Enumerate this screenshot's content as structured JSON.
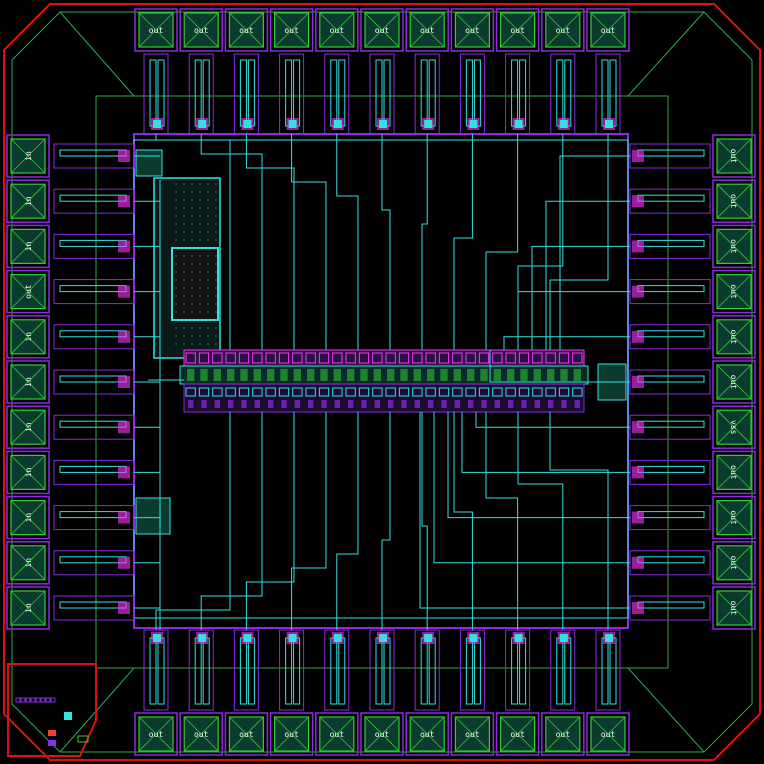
{
  "layout_view": {
    "background": "#000000",
    "colors": {
      "metal1": "#33e0e0",
      "metal2": "#8a2be2",
      "poly": "#ff33ff",
      "active": "#33cc33",
      "well": "#00aa00",
      "boundary": "#ff3b30",
      "pad_fill": "#0b3b2e"
    },
    "pads": {
      "top": [
        "out",
        "out",
        "out",
        "out",
        "out",
        "out",
        "out",
        "out",
        "out",
        "out",
        "out"
      ],
      "bottom": [
        "out",
        "out",
        "out",
        "out",
        "out",
        "out",
        "out",
        "out",
        "out",
        "out",
        "out"
      ],
      "left": [
        "in",
        "in",
        "in",
        "out",
        "in",
        "in",
        "in",
        "in",
        "in",
        "in",
        "in"
      ],
      "right": [
        "out",
        "out",
        "out",
        "out",
        "out",
        "out",
        "vss",
        "out",
        "out",
        "out",
        "out"
      ]
    },
    "core": {
      "label": "",
      "cell_row_count": 30
    }
  }
}
